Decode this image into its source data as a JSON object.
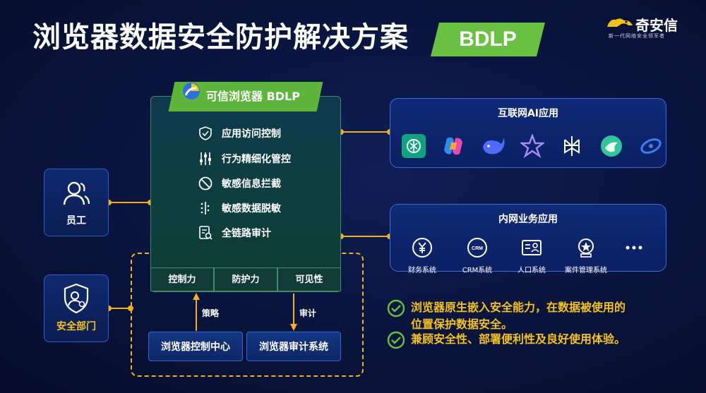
{
  "title": "浏览器数据安全防护解决方案",
  "badge": "BDLP",
  "logo": {
    "name": "奇安信",
    "tagline": "新一代网络安全领军者"
  },
  "browser": {
    "tab_label": "可信浏览器 BDLP",
    "features": [
      {
        "icon": "shield-check-icon",
        "label": "应用访问控制"
      },
      {
        "icon": "sliders-icon",
        "label": "行为精细化管控"
      },
      {
        "icon": "block-icon",
        "label": "敏感信息拦截"
      },
      {
        "icon": "data-mask-icon",
        "label": "敏感数据脱敏"
      },
      {
        "icon": "audit-doc-icon",
        "label": "全链路审计"
      }
    ],
    "capabilities": [
      "控制力",
      "防护力",
      "可见性"
    ]
  },
  "left": {
    "employee": "员工",
    "security_dept": "安全部门"
  },
  "bottom": {
    "policy_label": "策略",
    "audit_label": "审计",
    "control_center": "浏览器控制中心",
    "audit_system": "浏览器审计系统"
  },
  "internet_ai": {
    "title": "互联网AI应用",
    "apps": [
      "chatgpt-icon",
      "copilot-icon",
      "deepseek-icon",
      "grok-like-icon",
      "perplexity-icon",
      "kimi-icon",
      "doubao-icon"
    ]
  },
  "intranet": {
    "title": "内网业务应用",
    "systems": [
      {
        "icon": "yuan-icon",
        "label": "财务系统"
      },
      {
        "icon": "crm-icon",
        "label": "CRM系统"
      },
      {
        "icon": "id-card-icon",
        "label": "人口系统"
      },
      {
        "icon": "case-icon",
        "label": "案件管理系统"
      },
      {
        "icon": "more-icon",
        "label": ""
      }
    ]
  },
  "highlights": [
    {
      "line1": "浏览器原生嵌入安全能力，在数据被使用的",
      "line2": "位置保护数据安全。"
    },
    {
      "line1": "兼顾安全性、部署便利性及良好使用体验。",
      "line2": ""
    }
  ],
  "colors": {
    "accent_green": "#5db53c",
    "accent_yellow": "#f2b01e",
    "highlight_text": "#f6c21b",
    "panel_blue": "#0f2a78"
  }
}
